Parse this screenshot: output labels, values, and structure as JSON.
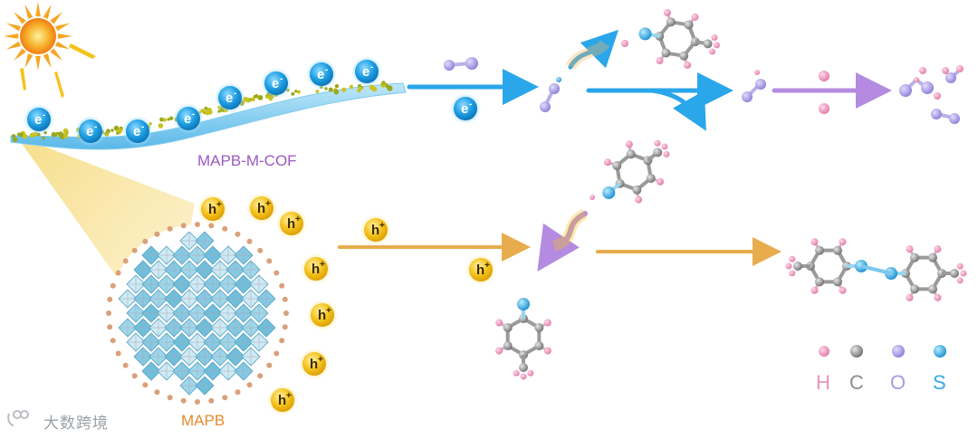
{
  "labels": {
    "cof": "MAPB-M-COF",
    "mapb": "MAPB",
    "electron": "e",
    "electron_sup": "-",
    "hole": "h",
    "hole_sup": "+"
  },
  "legend": [
    {
      "symbol": "H",
      "color": "#e994b6"
    },
    {
      "symbol": "C",
      "color": "#8c8c8c"
    },
    {
      "symbol": "O",
      "color": "#a79ce0"
    },
    {
      "symbol": "S",
      "color": "#35a8e0"
    }
  ],
  "watermark": "大数跨境",
  "colors": {
    "label_cof": "#9b59c4",
    "label_mapb": "#e58a2e",
    "electron_fill": "#1f9ee3",
    "hole_fill": "#f3c21d",
    "hole_text": "#3a2a00",
    "blue_arrow": "#2aa6ea",
    "purple_arrow": "#b48be0",
    "orange_arrow": "#e8ac4c",
    "sun": "#f58a1f"
  },
  "icons": [
    "sun-icon",
    "light-ray-icon",
    "octahedra-crystal-icon",
    "thiophenol-molecule-icon",
    "disulfide-molecule-icon"
  ]
}
